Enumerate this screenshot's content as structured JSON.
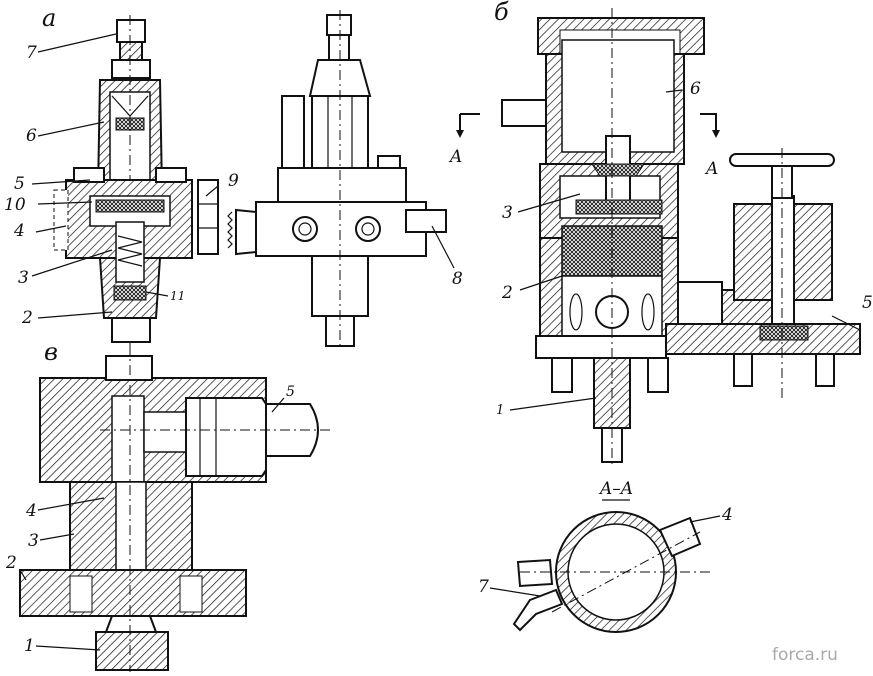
{
  "views": {
    "a": {
      "letter": "а",
      "labels": [
        "7",
        "6",
        "5",
        "10",
        "4",
        "3",
        "2",
        "11",
        "9",
        "8"
      ]
    },
    "b": {
      "letter": "б",
      "labels": [
        "6",
        "3",
        "2",
        "5",
        "1"
      ],
      "arrow_left": "A",
      "arrow_right": "A"
    },
    "v": {
      "letter": "в",
      "labels": [
        "5",
        "4",
        "3",
        "2",
        "1"
      ]
    },
    "section": {
      "title": "A–A",
      "labels": [
        "4",
        "7"
      ]
    }
  },
  "watermark": "forca.ru"
}
